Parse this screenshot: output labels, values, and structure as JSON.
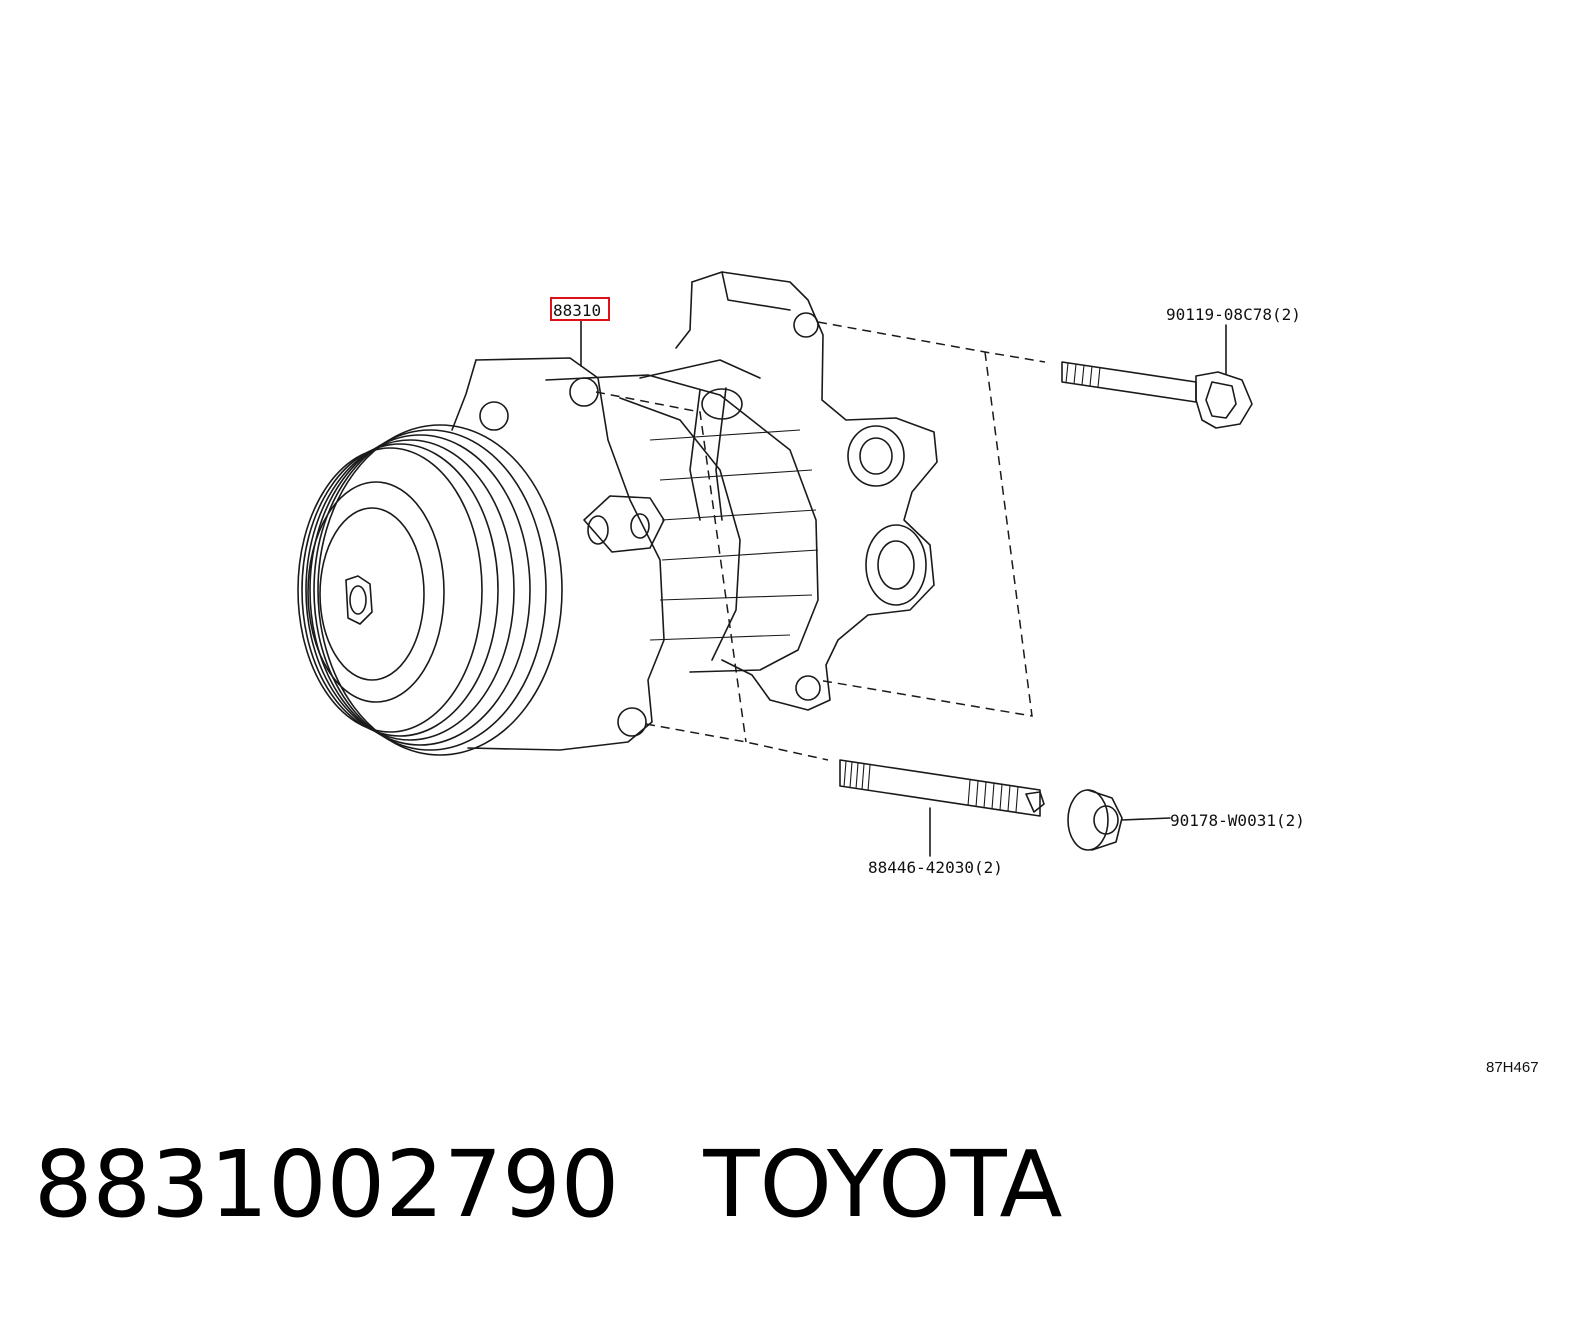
{
  "diagram": {
    "callouts": {
      "main_part": "88310",
      "bolt": "90119-08C78(2)",
      "stud": "88446-42030(2)",
      "nut": "90178-W0031(2)"
    },
    "illustration_code": "87H467",
    "highlight_color": "#e0101a"
  },
  "footer": {
    "part_number": "8831002790",
    "brand": "TOYOTA"
  }
}
